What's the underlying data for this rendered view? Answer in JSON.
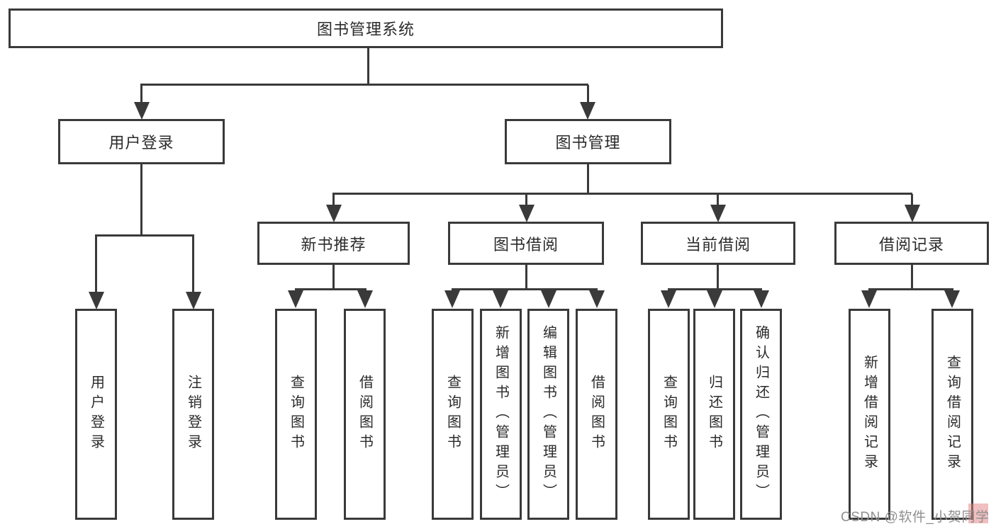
{
  "diagram": {
    "root": {
      "label": "图书管理系统"
    },
    "level1": [
      {
        "label": "用户登录"
      },
      {
        "label": "图书管理"
      }
    ],
    "level2": [
      {
        "label": "新书推荐"
      },
      {
        "label": "图书借阅"
      },
      {
        "label": "当前借阅"
      },
      {
        "label": "借阅记录"
      }
    ],
    "leaves": {
      "user_login": [
        "用户登录",
        "注销登录"
      ],
      "new_book_recommend": [
        "查询图书",
        "借阅图书"
      ],
      "book_borrow": [
        "查询图书",
        "新增图书（管理员）",
        "编辑图书（管理员）",
        "借阅图书"
      ],
      "current_borrow": [
        "查询图书",
        "归还图书",
        "确认归还（管理员）"
      ],
      "borrow_records": [
        "新增借阅记录",
        "查询借阅记录"
      ]
    }
  },
  "watermark": {
    "text": "CSDN @软件_小贺同学"
  },
  "colors": {
    "line": "#3a3a3a",
    "background": "#ffffff",
    "text": "#2b2b2b",
    "watermark": "#8f8f8f",
    "watermark_highlight": "#e18080"
  }
}
